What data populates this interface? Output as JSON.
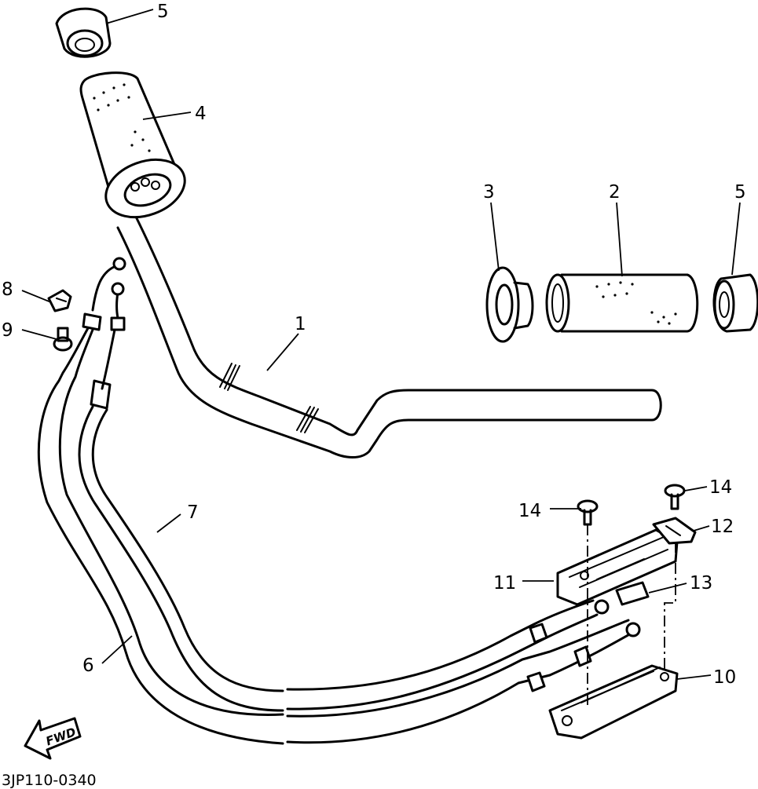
{
  "callouts": {
    "c1": "1",
    "c2": "2",
    "c3": "3",
    "c4": "4",
    "c5a": "5",
    "c5b": "5",
    "c6": "6",
    "c7": "7",
    "c8": "8",
    "c9": "9",
    "c10": "10",
    "c11": "11",
    "c12": "12",
    "c13": "13",
    "c14a": "14",
    "c14b": "14"
  },
  "direction_label": "FWD",
  "drawing_code": "3JP110-0340"
}
